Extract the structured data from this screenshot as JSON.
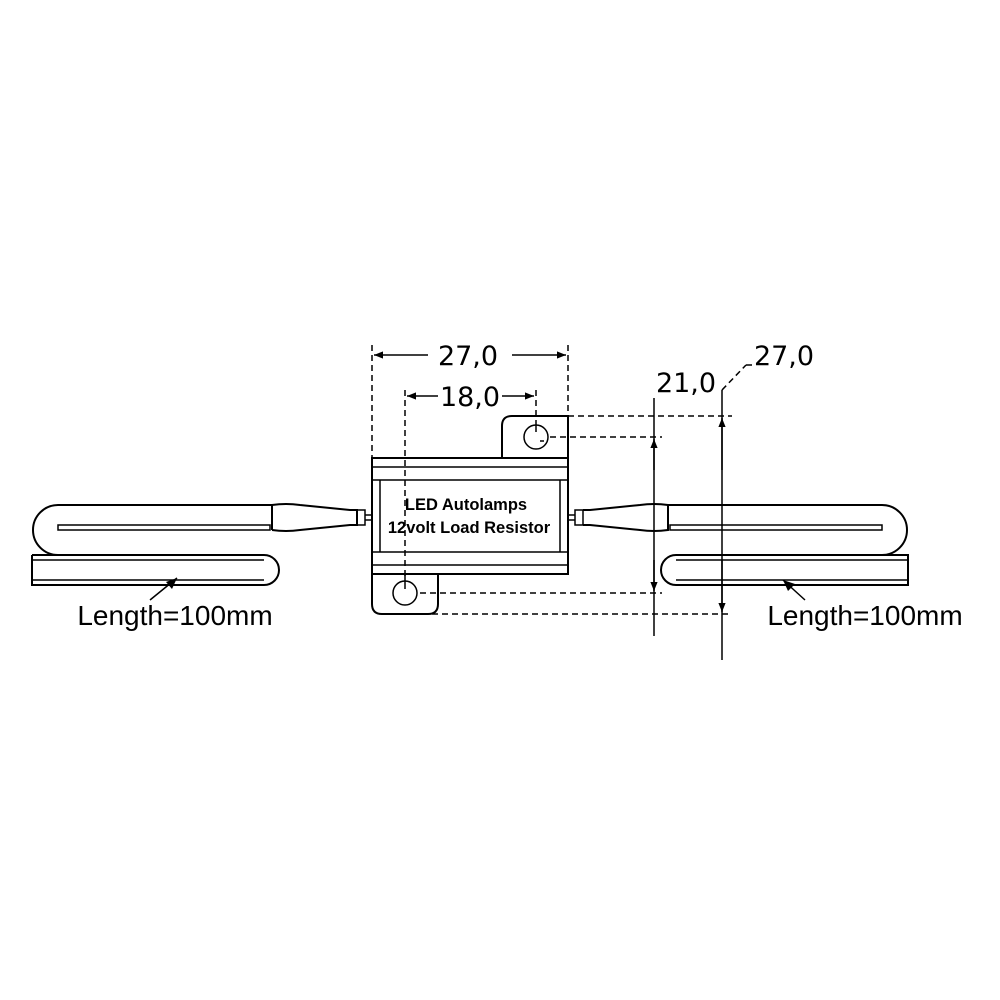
{
  "resistor": {
    "line1": "LED Autolamps",
    "line2": "12volt Load Resistor"
  },
  "dimensions": {
    "overall_width": "27,0",
    "hole_spacing": "18,0",
    "body_height": "21,0",
    "overall_height": "27,0"
  },
  "leads": {
    "left_length": "Length=100mm",
    "right_length": "Length=100mm"
  },
  "colors": {
    "line": "#000000",
    "background": "#ffffff"
  }
}
